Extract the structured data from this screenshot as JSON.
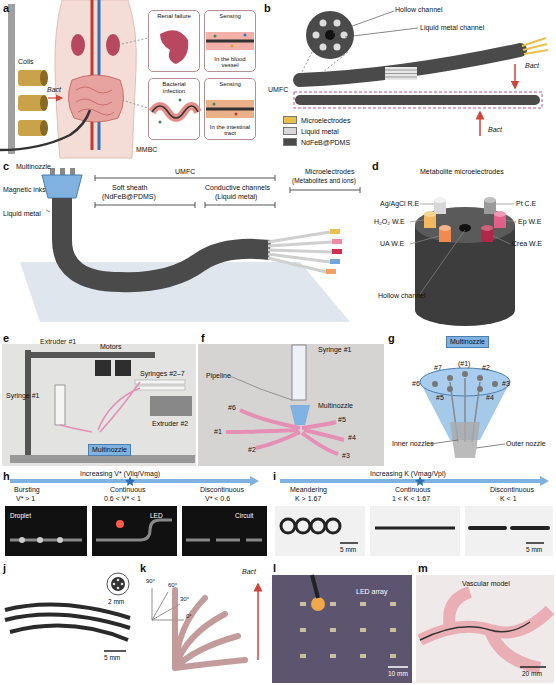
{
  "diagram": {
    "nodes": [
      {
        "text": [
          "Renal failure"
        ]
      },
      {
        "text": [
          "Sensing",
          "In the blood vessel"
        ]
      },
      {
        "text": [
          "Bacterial infection"
        ]
      },
      {
        "text": [
          "Sensing",
          "In the intestinal tract"
        ]
      }
    ],
    "labels": [
      "a",
      "Coils",
      "Bact",
      "MMBC",
      "b",
      "Hollow channel",
      "Liquid metal channel",
      "Bact",
      "UMFC",
      "Bact",
      "c",
      "Multinozzle",
      "Magnetic inks",
      "Liquid metal",
      "UMFC",
      "Soft sheath",
      "(NdFeB@PDMS)",
      "Conductive channels",
      "(Liquid metal)",
      "Microelectrodes",
      "(Metabolites and ions)",
      "d",
      "Metabolite microelectrodes",
      "Ag/AgCl R.E",
      "Pt C.E",
      "H₂O₂ W.E",
      "Ep W.E",
      "UA W.E",
      "Crea W.E",
      "Hollow channel",
      "e",
      "Extruder #1",
      "Motors",
      "Syringes #2–7",
      "Syringe #1",
      "Extruder #2",
      "Multinozzle",
      "f",
      "Syringe #1",
      "Pipeline",
      "Multinozzle",
      "#6",
      "#1",
      "#2",
      "#5",
      "#4",
      "#3",
      "g",
      "Multinozzle",
      "#6",
      "#7",
      "(#1)",
      "#2",
      "#3",
      "#4",
      "#5",
      "Inner nozzles",
      "Outer nozzle",
      "h",
      "Increasing V* (Vliq/Vmag)",
      "Bursting",
      "Continuous",
      "Discontinuous",
      "V* > 1",
      "0.6 < V* < 1",
      "V* < 0.6",
      "Droplet",
      "LED",
      "Circuit",
      "i",
      "Increasing K (Vmag/Vpl)",
      "Meandering",
      "Continuous",
      "Discontinuous",
      "K > 1.67",
      "1 < K < 1.67",
      "K < 1",
      "5 mm",
      "5 mm",
      "j",
      "2 mm",
      "5 mm",
      "k",
      "90°",
      "60°",
      "30°",
      "0°",
      "Bact",
      "l",
      "LED array",
      "10 mm",
      "m",
      "Vascular model",
      "20 mm"
    ],
    "legend": [
      {
        "text": "Microelectrodes",
        "color": "#e8c04a"
      },
      {
        "text": "Liquid metal",
        "color": "#d9d9d9"
      },
      {
        "text": "NdFeB@PDMS",
        "color": "#4a4a4a"
      }
    ]
  }
}
